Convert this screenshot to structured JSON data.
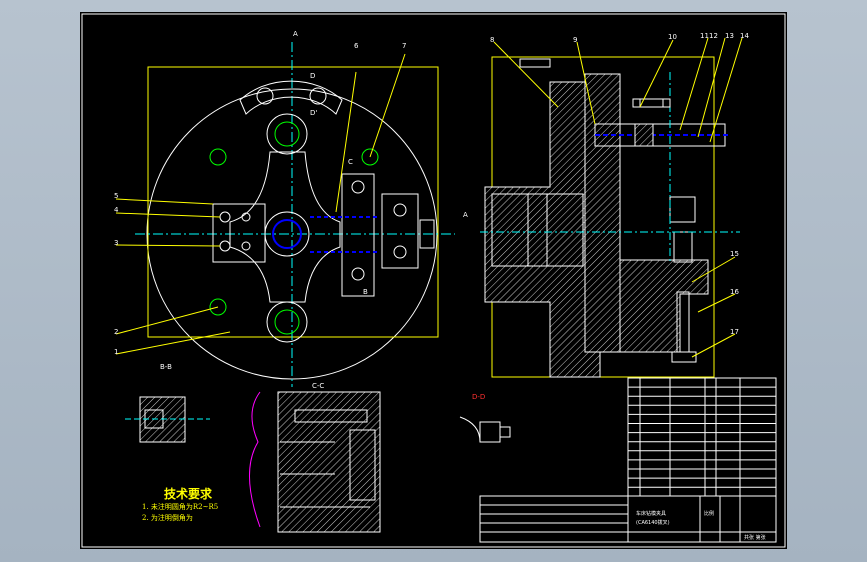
{
  "drawing": {
    "background": "#000000",
    "colors": {
      "outline": "#ffffff",
      "dim": "#ffff00",
      "hole": "#00ff00",
      "center": "#00ffff",
      "bolt": "#0000ff",
      "detail": "#ff00ff",
      "mark": "#ff3030"
    }
  },
  "part_numbers": [
    "1",
    "2",
    "3",
    "4",
    "5",
    "6",
    "7",
    "8",
    "9",
    "10",
    "11",
    "12",
    "13",
    "14",
    "15",
    "16",
    "17"
  ],
  "section_labels": {
    "a_top": "A",
    "a_side": "A",
    "b_b": "B-B",
    "c_c": "C-C",
    "d_d": "D-D",
    "c": "C",
    "b": "B",
    "d": "D",
    "d_prime": "D'"
  },
  "technical_requirements": {
    "title": "技术要求",
    "lines": [
      "1. 未注明圆角为R2~R5",
      "2. 为注明倒角为"
    ]
  },
  "title_block": {
    "drawing_name": "车床钻模夹具",
    "drawing_sub": "(CA6140拨叉)",
    "scale_label": "比例",
    "sheet_label": "共张 第张"
  }
}
